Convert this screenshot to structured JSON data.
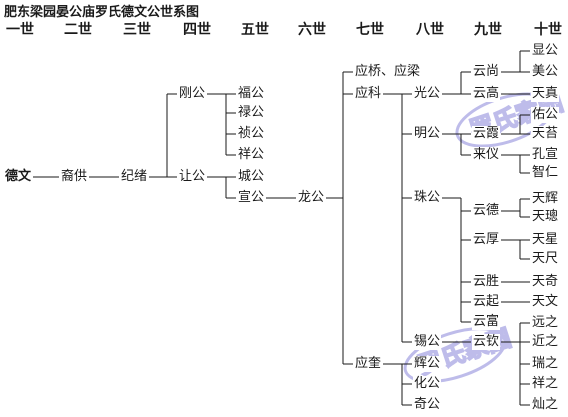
{
  "title": "肥东梁园晏公庙罗氏德文公世系图",
  "generations": [
    "一世",
    "二世",
    "三世",
    "四世",
    "五世",
    "六世",
    "七世",
    "八世",
    "九世",
    "十世"
  ],
  "persons": [
    {
      "id": "p01",
      "name": "德文",
      "gen": 1,
      "parent": null
    },
    {
      "id": "p02",
      "name": "裔供",
      "gen": 2,
      "parent": "p01"
    },
    {
      "id": "p03",
      "name": "纪绪",
      "gen": 3,
      "parent": "p02"
    },
    {
      "id": "p04",
      "name": "刚公",
      "gen": 4,
      "parent": "p03"
    },
    {
      "id": "p05",
      "name": "让公",
      "gen": 4,
      "parent": "p03"
    },
    {
      "id": "p06",
      "name": "福公",
      "gen": 5,
      "parent": "p04"
    },
    {
      "id": "p07",
      "name": "禄公",
      "gen": 5,
      "parent": "p04"
    },
    {
      "id": "p08",
      "name": "祯公",
      "gen": 5,
      "parent": "p04"
    },
    {
      "id": "p09",
      "name": "祥公",
      "gen": 5,
      "parent": "p04"
    },
    {
      "id": "p10",
      "name": "城公",
      "gen": 5,
      "parent": "p05"
    },
    {
      "id": "p11",
      "name": "宣公",
      "gen": 5,
      "parent": "p05"
    },
    {
      "id": "p12",
      "name": "龙公",
      "gen": 6,
      "parent": "p11"
    },
    {
      "id": "p13",
      "name": "应桥、应梁",
      "gen": 7,
      "parent": "p12"
    },
    {
      "id": "p14",
      "name": "应科",
      "gen": 7,
      "parent": "p12"
    },
    {
      "id": "p15",
      "name": "应奎",
      "gen": 7,
      "parent": "p12"
    },
    {
      "id": "p16",
      "name": "光公",
      "gen": 8,
      "parent": "p14"
    },
    {
      "id": "p17",
      "name": "明公",
      "gen": 8,
      "parent": "p14"
    },
    {
      "id": "p18",
      "name": "珠公",
      "gen": 8,
      "parent": "p14"
    },
    {
      "id": "p19",
      "name": "锡公",
      "gen": 8,
      "parent": "p14"
    },
    {
      "id": "p20",
      "name": "辉公",
      "gen": 8,
      "parent": "p15"
    },
    {
      "id": "p21",
      "name": "化公",
      "gen": 8,
      "parent": "p15"
    },
    {
      "id": "p22",
      "name": "奇公",
      "gen": 8,
      "parent": "p15"
    },
    {
      "id": "p23",
      "name": "云尚",
      "gen": 9,
      "parent": "p16"
    },
    {
      "id": "p24",
      "name": "云高",
      "gen": 9,
      "parent": "p16"
    },
    {
      "id": "p25",
      "name": "云霞",
      "gen": 9,
      "parent": "p17"
    },
    {
      "id": "p26",
      "name": "来仪",
      "gen": 9,
      "parent": "p17"
    },
    {
      "id": "p27",
      "name": "云德",
      "gen": 9,
      "parent": "p18"
    },
    {
      "id": "p28",
      "name": "云厚",
      "gen": 9,
      "parent": "p18"
    },
    {
      "id": "p29",
      "name": "云胜",
      "gen": 9,
      "parent": "p18"
    },
    {
      "id": "p30",
      "name": "云起",
      "gen": 9,
      "parent": "p18"
    },
    {
      "id": "p31",
      "name": "云富",
      "gen": 9,
      "parent": "p18"
    },
    {
      "id": "p32",
      "name": "云钦",
      "gen": 9,
      "parent": "p19"
    },
    {
      "id": "p33",
      "name": "显公",
      "gen": 10,
      "parent": "p23"
    },
    {
      "id": "p34",
      "name": "美公",
      "gen": 10,
      "parent": "p23"
    },
    {
      "id": "p35",
      "name": "天真",
      "gen": 10,
      "parent": "p24"
    },
    {
      "id": "p36",
      "name": "佑公",
      "gen": 10,
      "parent": "p25"
    },
    {
      "id": "p37",
      "name": "天苔",
      "gen": 10,
      "parent": "p25"
    },
    {
      "id": "p38",
      "name": "孔宣",
      "gen": 10,
      "parent": "p26"
    },
    {
      "id": "p39",
      "name": "智仁",
      "gen": 10,
      "parent": "p26"
    },
    {
      "id": "p40",
      "name": "天辉",
      "gen": 10,
      "parent": "p27"
    },
    {
      "id": "p41",
      "name": "天璁",
      "gen": 10,
      "parent": "p27"
    },
    {
      "id": "p42",
      "name": "天星",
      "gen": 10,
      "parent": "p28"
    },
    {
      "id": "p43",
      "name": "天尺",
      "gen": 10,
      "parent": "p28"
    },
    {
      "id": "p44",
      "name": "天奇",
      "gen": 10,
      "parent": "p29"
    },
    {
      "id": "p45",
      "name": "天文",
      "gen": 10,
      "parent": "p30"
    },
    {
      "id": "p46",
      "name": "远之",
      "gen": 10,
      "parent": "p32"
    },
    {
      "id": "p47",
      "name": "近之",
      "gen": 10,
      "parent": "p32"
    },
    {
      "id": "p48",
      "name": "瑞之",
      "gen": 10,
      "parent": "p32"
    },
    {
      "id": "p49",
      "name": "祥之",
      "gen": 10,
      "parent": "p32"
    },
    {
      "id": "p50",
      "name": "灿之",
      "gen": 10,
      "parent": "p32"
    }
  ],
  "colors": {
    "line": "#1a1a1a",
    "text": "#1a1a1a",
    "watermark": "#8a87d9",
    "background": "#ffffff"
  }
}
